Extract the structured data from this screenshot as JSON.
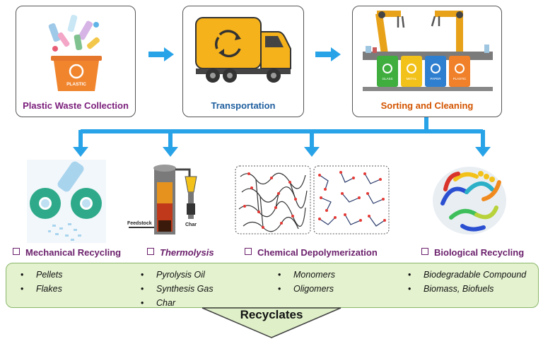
{
  "stages": {
    "collection": "Plastic Waste Collection",
    "transportation": "Transportation",
    "sorting": "Sorting and Cleaning"
  },
  "bin_labels": [
    "GLASS",
    "METAL",
    "PAPER",
    "PLASTIC"
  ],
  "bin_colors": [
    "#3fae3f",
    "#f2c21b",
    "#2f7fd0",
    "#f0812a"
  ],
  "collection_bin_label": "PLASTIC",
  "reactor_labels": {
    "feedstock": "Feedstock",
    "char": "Char"
  },
  "methods": [
    {
      "label": "Mechanical Recycling",
      "italic": false
    },
    {
      "label": "Thermolysis",
      "italic": true
    },
    {
      "label": "Chemical Depolymerization",
      "italic": false
    },
    {
      "label": "Biological Recycling",
      "italic": false
    }
  ],
  "products": [
    [
      "Pellets",
      "Flakes"
    ],
    [
      "Pyrolysis Oil",
      "Synthesis Gas",
      "Char"
    ],
    [
      "Monomers",
      "Oligomers"
    ],
    [
      "Biodegradable Compound",
      "Biomass, Biofuels"
    ]
  ],
  "output_label": "Recyclates",
  "colors": {
    "collection_title": "#7b1f7b",
    "transport_title": "#1f5f9f",
    "sorting_title": "#d35400",
    "arrow_blue": "#29a3e8",
    "truck_yellow": "#f6b21a",
    "products_bg": "#e4f2cf",
    "recyclates_arrow": "#dff0c8"
  }
}
